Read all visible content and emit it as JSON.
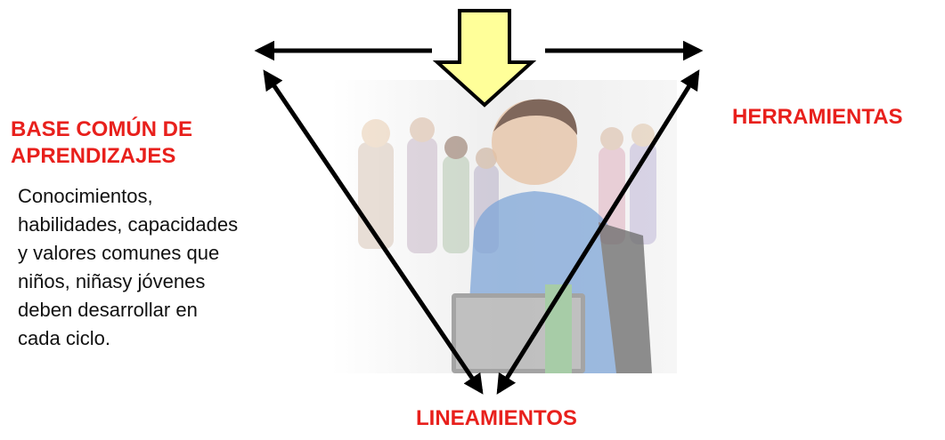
{
  "base": {
    "title_line1": "BASE COMÚN DE",
    "title_line2": "APRENDIZAJES",
    "description": [
      "Conocimientos,",
      "habilidades, capacidades",
      "y valores comunes que",
      "niños, niñasy jóvenes",
      "deben desarrollar en",
      "cada ciclo."
    ]
  },
  "herramientas": {
    "title": "HERRAMIENTAS"
  },
  "lineamientos": {
    "title": "LINEAMIENTOS"
  },
  "colors": {
    "label": "#e8201c",
    "arrow": "#000000",
    "down_arrow_fill": "#ffff99",
    "down_arrow_stroke": "#000000"
  }
}
